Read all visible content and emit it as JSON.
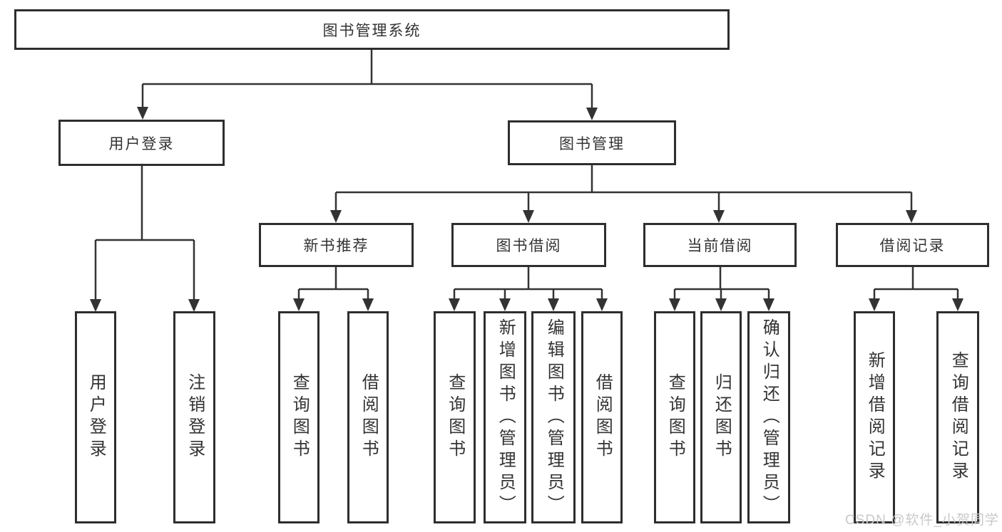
{
  "title": {
    "label": "图书管理系统"
  },
  "level2": [
    {
      "label": "用户登录"
    },
    {
      "label": "图书管理"
    }
  ],
  "level3": [
    {
      "label": "新书推荐"
    },
    {
      "label": "图书借阅"
    },
    {
      "label": "当前借阅"
    },
    {
      "label": "借阅记录"
    }
  ],
  "leaves": [
    {
      "label": "用户登录"
    },
    {
      "label": "注销登录"
    },
    {
      "label": "查询图书"
    },
    {
      "label": "借阅图书"
    },
    {
      "label": "查询图书"
    },
    {
      "label": "新增图书（管理员）"
    },
    {
      "label": "编辑图书（管理员）"
    },
    {
      "label": "借阅图书"
    },
    {
      "label": "查询图书"
    },
    {
      "label": "归还图书"
    },
    {
      "label": "确认归还（管理员）"
    },
    {
      "label": "新增借阅记录"
    },
    {
      "label": "查询借阅记录"
    }
  ],
  "watermark": {
    "text": "CSDN @软件_小贺同学"
  },
  "colors": {
    "line": "#333333",
    "box_border": "#2e2e2e",
    "text": "#333333",
    "background": "#ffffff",
    "watermark": "#c9c9c9"
  }
}
